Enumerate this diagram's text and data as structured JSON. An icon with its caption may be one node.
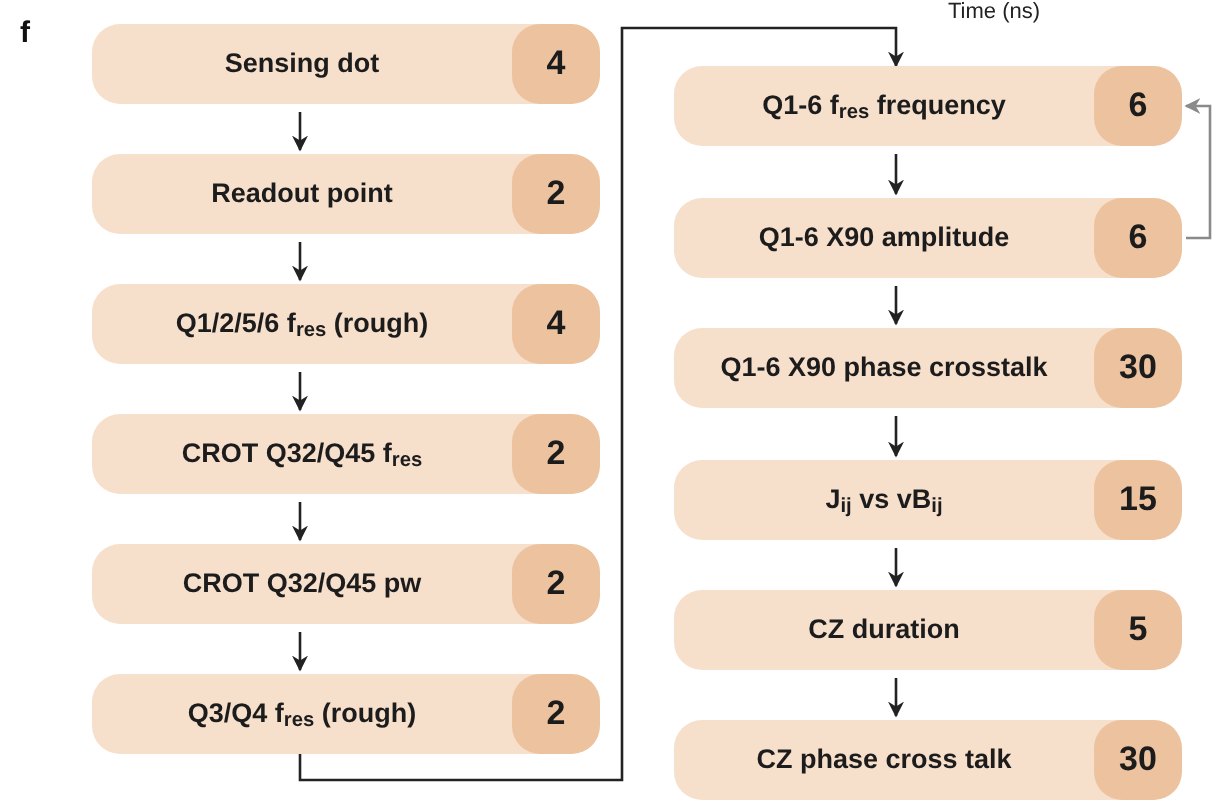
{
  "diagram": {
    "nodes": [
      {
        "text": [
          "Sensing dot",
          "4"
        ]
      },
      {
        "text": [
          "Readout point",
          "2"
        ]
      },
      {
        "text": [
          "Q1/2/5/6 f$_{res}$ (rough)",
          "4"
        ]
      },
      {
        "text": [
          "CROT Q32/Q45 f$_{res}$",
          "2"
        ]
      },
      {
        "text": [
          "CROT Q32/Q45 pw",
          "2"
        ]
      },
      {
        "text": [
          "Q3/Q4 f$_{res}$ (rough)",
          "2"
        ]
      },
      {
        "text": [
          "Q1-6 f$_{res}$ frequency",
          "6"
        ]
      },
      {
        "text": [
          "Q1-6 X90 amplitude",
          "6"
        ]
      },
      {
        "text": [
          "Q1-6 X90 phase crosstalk",
          "30"
        ]
      },
      {
        "text": [
          "J$_{ij}$ vs vB$_{ij}$",
          "15"
        ]
      },
      {
        "text": [
          "CZ duration",
          "5"
        ]
      },
      {
        "text": [
          "CZ phase cross talk",
          "30"
        ]
      }
    ],
    "edges": [
      {
        "from": 0,
        "to": 1,
        "arrow": "to"
      },
      {
        "from": 1,
        "to": 2,
        "arrow": "to"
      },
      {
        "from": 2,
        "to": 3,
        "arrow": "to"
      },
      {
        "from": 3,
        "to": 4,
        "arrow": "to"
      },
      {
        "from": 4,
        "to": 5,
        "arrow": "to"
      },
      {
        "from": 5,
        "to": 6,
        "arrow": "to"
      },
      {
        "from": 6,
        "to": 7,
        "arrow": "to"
      },
      {
        "from": 7,
        "to": 6,
        "arrow": "to",
        "color": "#8a8a8a"
      },
      {
        "from": 7,
        "to": 8,
        "arrow": "to"
      },
      {
        "from": 8,
        "to": 9,
        "arrow": "to"
      },
      {
        "from": 9,
        "to": 10,
        "arrow": "to"
      },
      {
        "from": 10,
        "to": 11,
        "arrow": "to"
      }
    ],
    "labels": [
      "f",
      "Time (ns)"
    ]
  }
}
